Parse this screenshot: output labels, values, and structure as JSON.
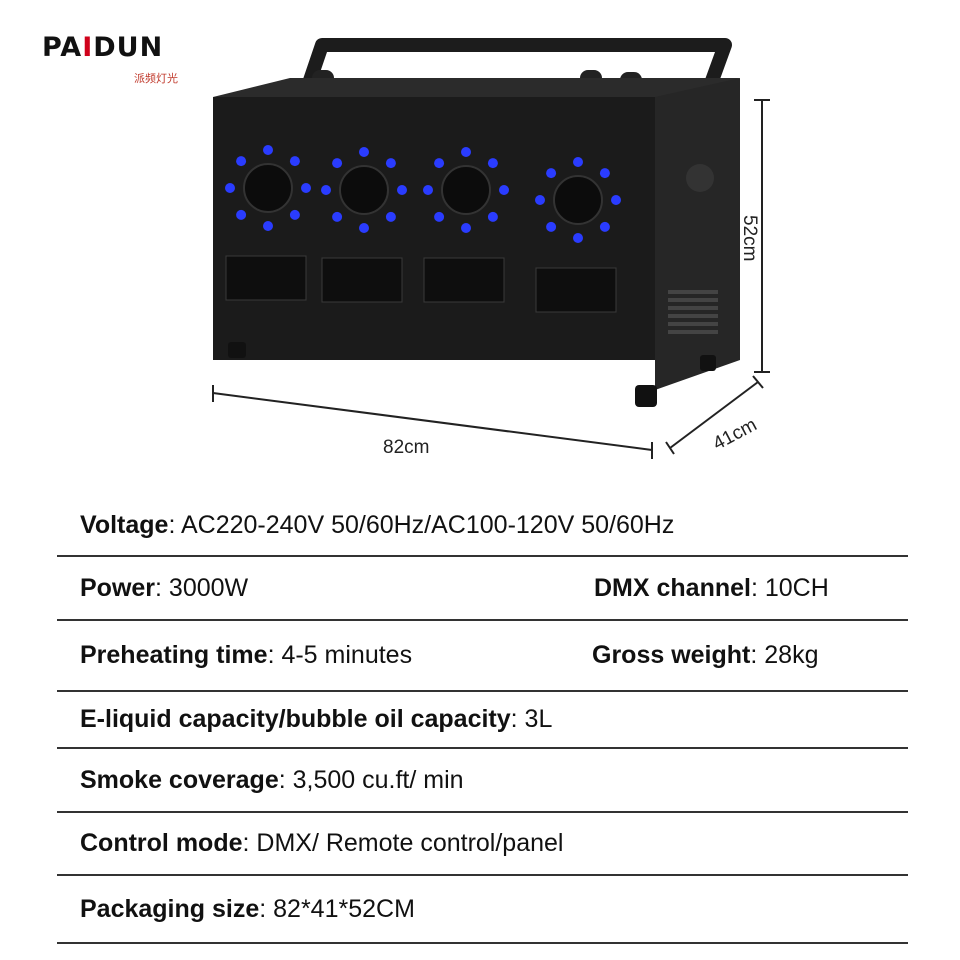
{
  "brand": {
    "name_pre": "PA",
    "name_accent": "I",
    "name_post": "DUN",
    "subtitle": "派频灯光"
  },
  "dimensions": {
    "width": "82cm",
    "depth": "41cm",
    "height": "52cm"
  },
  "specs": {
    "voltage": {
      "label": "Voltage",
      "value": " : AC220-240V 50/60Hz/AC100-120V 50/60Hz"
    },
    "power": {
      "label": "Power",
      "value": " : 3000W"
    },
    "dmx": {
      "label": "DMX channel",
      "value": " : 10CH"
    },
    "preheat": {
      "label": "Preheating time",
      "value": " : 4-5 minutes"
    },
    "weight": {
      "label": "Gross weight",
      "value": " : 28kg"
    },
    "capacity": {
      "label": "E-liquid capacity/bubble oil capacity",
      "value": " : 3L"
    },
    "coverage": {
      "label": "Smoke coverage",
      "value": " : 3,500 cu.ft/ min"
    },
    "control": {
      "label": "Control mode",
      "value": " : DMX/ Remote control/panel"
    },
    "packaging": {
      "label": "Packaging size",
      "value": " : 82*41*52CM"
    }
  },
  "colors": {
    "led": "#2a3cff",
    "body": "#1a1a1a",
    "accent": "#d0021b"
  }
}
